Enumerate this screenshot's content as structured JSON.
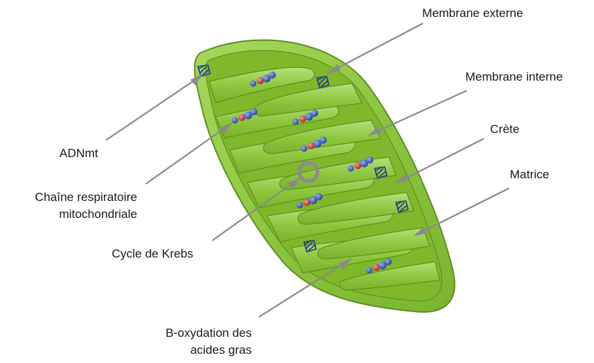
{
  "labels": {
    "membrane_externe": "Membrane externe",
    "membrane_interne": "Membrane interne",
    "crete": "Crète",
    "matrice": "Matrice",
    "adnmt": "ADNmt",
    "chaine_line1": "Chaîne respiratoire",
    "chaine_line2": "mitochondriale",
    "cycle_krebs": "Cycle de Krebs",
    "boxydation_line1": "B-oxydation des",
    "boxydation_line2": "acides gras"
  },
  "colors": {
    "outer_membrane": "#8cc63f",
    "outer_membrane_stroke": "#5e8f22",
    "inner_body": "#7fb82a",
    "crista": "#94cd46",
    "pointer": "#8a8a8a",
    "krebs_ring": "#8c8c8c",
    "complex_blue": "#2f5fb8",
    "complex_red": "#d23a3a",
    "dna_icon": "#1c3b8c"
  }
}
